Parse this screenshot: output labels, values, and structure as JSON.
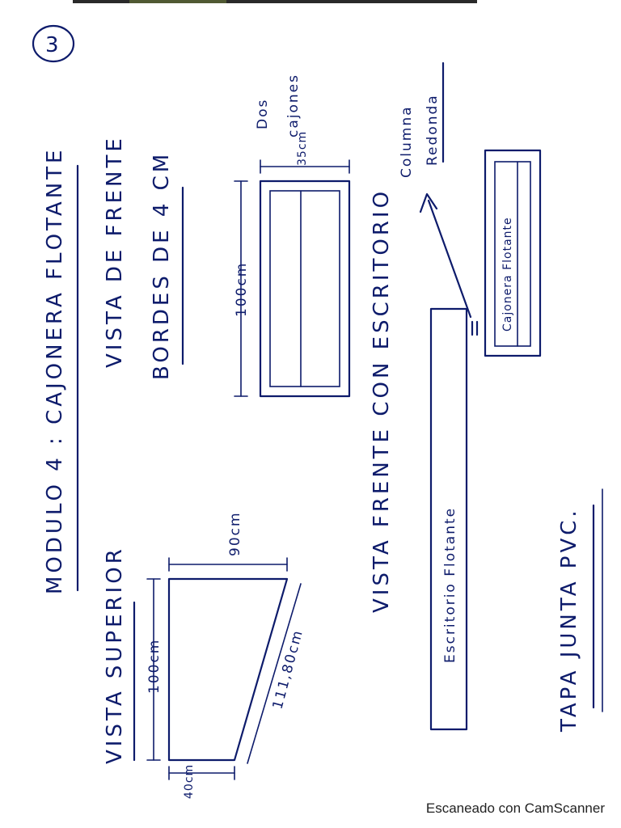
{
  "page_number": "3",
  "title": "Modulo 4 : Cajonera Flotante",
  "front_view": {
    "heading": "Vista de Frente",
    "note": "Bordes de 4 cm",
    "height_label": "100cm",
    "width_label": "35cm",
    "drawers_note_line1": "Dos",
    "drawers_note_line2": "cajones"
  },
  "top_view": {
    "heading": "Vista Superior",
    "left_label": "100cm",
    "top_label": "90cm",
    "diagonal_label": "111,80cm",
    "bottom_label": "40cm"
  },
  "desk_view": {
    "heading": "Vista Frente con Escritorio",
    "desk_label": "Escritorio Flotante",
    "drawer_label": "Cajonera Flotante",
    "column_line1": "Columna",
    "column_line2": "Redonda"
  },
  "footer_note": "Tapa Junta PVC.",
  "watermark": "Escaneado con CamScanner"
}
